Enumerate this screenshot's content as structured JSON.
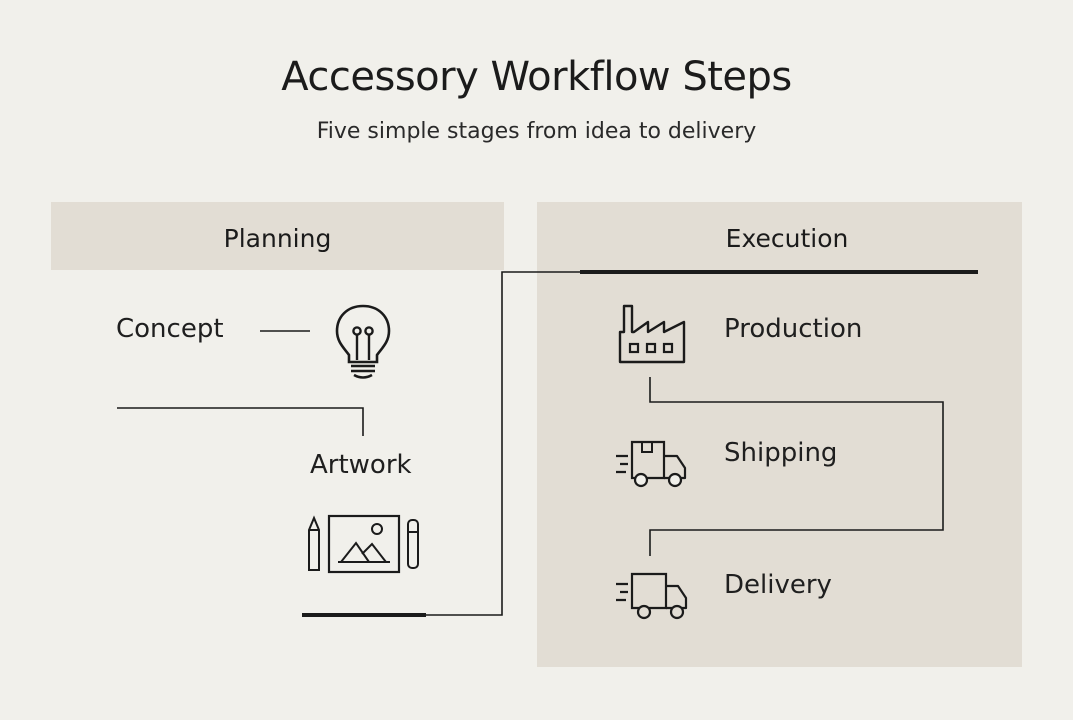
{
  "header": {
    "title": "Accessory Workflow Steps",
    "subtitle": "Five simple stages from idea to delivery"
  },
  "groups": {
    "planning": "Planning",
    "execution": "Execution"
  },
  "steps": {
    "concept": {
      "label": "Concept",
      "icon": "lightbulb-icon"
    },
    "artwork": {
      "label": "Artwork",
      "icon": "artwork-canvas-icon"
    },
    "production": {
      "label": "Production",
      "icon": "factory-icon"
    },
    "shipping": {
      "label": "Shipping",
      "icon": "truck-icon"
    },
    "delivery": {
      "label": "Delivery",
      "icon": "delivery-truck-icon"
    }
  },
  "colors": {
    "background": "#f1f0eb",
    "panel": "#e2ddd4",
    "line": "#1b1b1b"
  }
}
